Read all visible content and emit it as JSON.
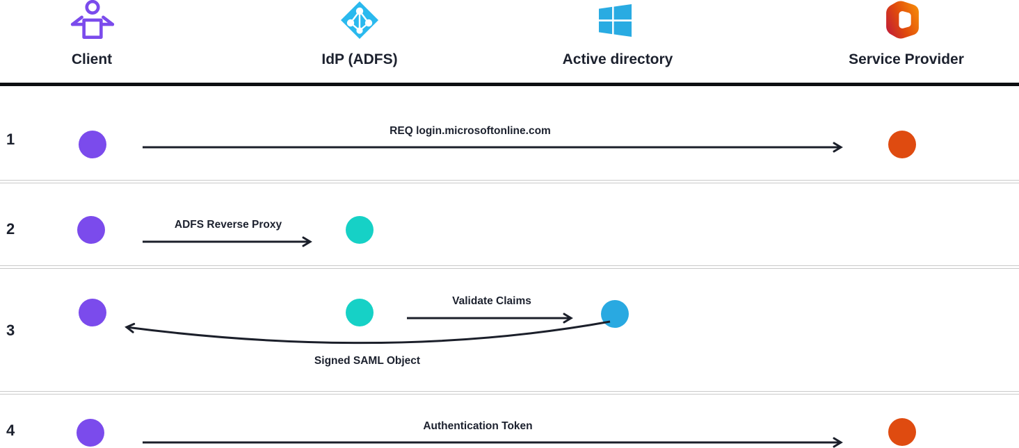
{
  "columns": [
    {
      "label": "Client",
      "icon": "client-unboxing-icon"
    },
    {
      "label": "IdP (ADFS)",
      "icon": "azure-ad-icon"
    },
    {
      "label": "Active directory",
      "icon": "windows-icon"
    },
    {
      "label": "Service Provider",
      "icon": "office-365-icon"
    }
  ],
  "rows": [
    {
      "number": "1",
      "messages": [
        {
          "label": "REQ login.microsoftonline.com",
          "from": "Client",
          "to": "Service Provider",
          "direction": "right"
        }
      ]
    },
    {
      "number": "2",
      "messages": [
        {
          "label": "ADFS Reverse Proxy",
          "from": "Client",
          "to": "IdP (ADFS)",
          "direction": "right"
        }
      ]
    },
    {
      "number": "3",
      "messages": [
        {
          "label": "Validate Claims",
          "from": "IdP (ADFS)",
          "to": "Active directory",
          "direction": "right"
        },
        {
          "label": "Signed SAML Object",
          "from": "Active directory",
          "to": "Client",
          "direction": "left-curved"
        }
      ]
    },
    {
      "number": "4",
      "messages": [
        {
          "label": "Authentication Token",
          "from": "Client",
          "to": "Service Provider",
          "direction": "right"
        }
      ]
    }
  ],
  "colors": {
    "text": "#1c212e",
    "line": "#1b1f2a",
    "header_rule": "#0d0e12",
    "separator": "#c9c9c9",
    "client_node": "#7b4bec",
    "idp_node": "#16d1c6",
    "ad_node": "#29a9e1",
    "sp_node": "#df4b10",
    "client_icon": "#7b4bec",
    "azure_icon": "#2ab9ee",
    "windows_icon": "#29abe2",
    "office_red": "#c32035",
    "office_orange": "#f58708"
  }
}
